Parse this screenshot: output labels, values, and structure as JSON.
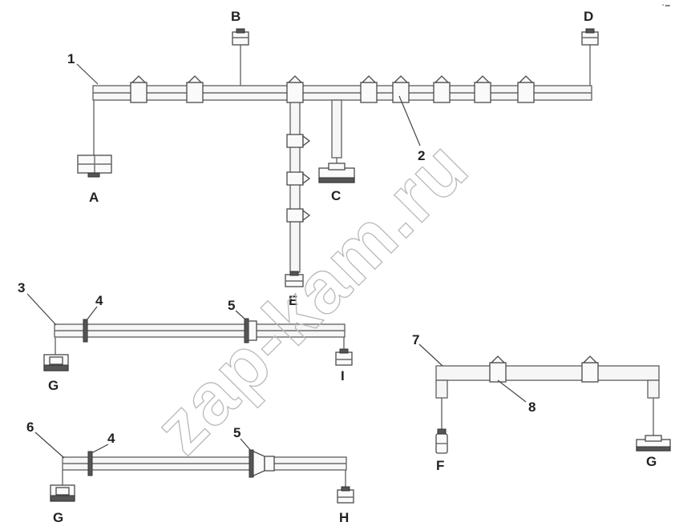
{
  "labels": {
    "n1": "1",
    "n2": "2",
    "n3": "3",
    "n4a": "4",
    "n5a": "5",
    "n6": "6",
    "n4b": "4",
    "n5b": "5",
    "n7": "7",
    "n8": "8",
    "A": "A",
    "B": "B",
    "C": "C",
    "D": "D",
    "E": "E",
    "G1": "G",
    "I": "I",
    "G2": "G",
    "H": "H",
    "F": "F",
    "G3": "G"
  },
  "watermark": "zap-kam.ru",
  "corner_mark": "▪ ▬"
}
